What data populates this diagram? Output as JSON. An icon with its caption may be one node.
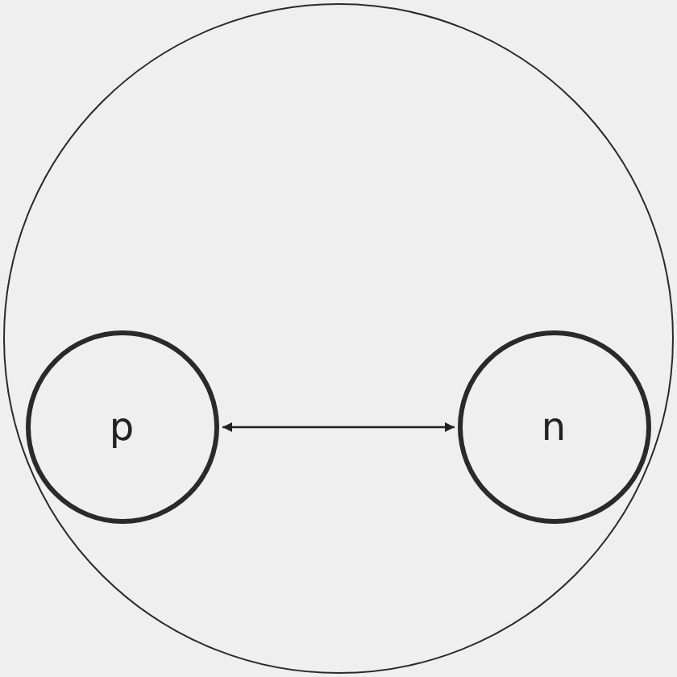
{
  "diagram": {
    "nodes": [
      {
        "text": [],
        "shape": "circle"
      },
      {
        "text": [
          "p"
        ],
        "in": 0
      },
      {
        "text": [
          "n"
        ],
        "in": 0
      }
    ],
    "edges": [
      {
        "from": 1,
        "to": 2,
        "arrow": "both"
      }
    ]
  }
}
